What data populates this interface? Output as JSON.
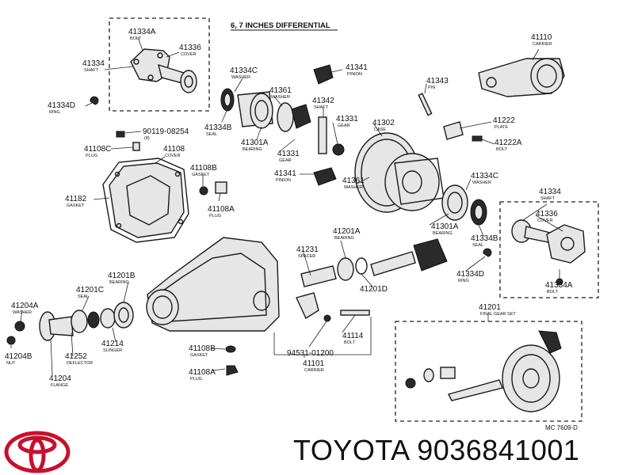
{
  "diagram": {
    "title": "6, 7 INCHES DIFFERENTIAL",
    "ref_code": "MC  7609-D",
    "labels": [
      {
        "id": "41334A-top",
        "num": "41334A",
        "sub": "BOLT"
      },
      {
        "id": "41336-top",
        "num": "41336",
        "sub": "COVER"
      },
      {
        "id": "41334-top",
        "num": "41334",
        "sub": "SHAFT"
      },
      {
        "id": "41334D-top",
        "num": "41334D",
        "sub": "RING"
      },
      {
        "id": "90119",
        "num": "90119-08254",
        "sub": "(8)"
      },
      {
        "id": "41108C",
        "num": "41108C",
        "sub": "PLUG"
      },
      {
        "id": "41108",
        "num": "41108",
        "sub": "COVER"
      },
      {
        "id": "41182",
        "num": "41182",
        "sub": "GASKET"
      },
      {
        "id": "41108B-top",
        "num": "41108B",
        "sub": "GASKET"
      },
      {
        "id": "41108A-top",
        "num": "41108A",
        "sub": "PLUG"
      },
      {
        "id": "41334C-top",
        "num": "41334C",
        "sub": "WASHER"
      },
      {
        "id": "41361-top",
        "num": "41361",
        "sub": "WASHER"
      },
      {
        "id": "41341-top",
        "num": "41341",
        "sub": "PINION"
      },
      {
        "id": "41334B-top",
        "num": "41334B",
        "sub": "SEAL"
      },
      {
        "id": "41301A-top",
        "num": "41301A",
        "sub": "BEARING"
      },
      {
        "id": "41342",
        "num": "41342",
        "sub": "SHAFT"
      },
      {
        "id": "41331-top",
        "num": "41331",
        "sub": "GEAR"
      },
      {
        "id": "41331-mid",
        "num": "41331",
        "sub": "GEAR"
      },
      {
        "id": "41341-mid",
        "num": "41341",
        "sub": "PINION"
      },
      {
        "id": "41302",
        "num": "41302",
        "sub": "CASE"
      },
      {
        "id": "41361-mid",
        "num": "41361",
        "sub": "WASHER"
      },
      {
        "id": "41343",
        "num": "41343",
        "sub": "PIN"
      },
      {
        "id": "41110",
        "num": "41110",
        "sub": "CARRIER"
      },
      {
        "id": "41222",
        "num": "41222",
        "sub": "PLATE"
      },
      {
        "id": "41222A",
        "num": "41222A",
        "sub": "BOLT"
      },
      {
        "id": "41334C-right",
        "num": "41334C",
        "sub": "WASHER"
      },
      {
        "id": "41301A-right",
        "num": "41301A",
        "sub": "BEARING"
      },
      {
        "id": "41334B-right",
        "num": "41334B",
        "sub": "SEAL"
      },
      {
        "id": "41334-right",
        "num": "41334",
        "sub": "SHAFT"
      },
      {
        "id": "41336-right",
        "num": "41336",
        "sub": "COVER"
      },
      {
        "id": "41334D-right",
        "num": "41334D",
        "sub": "RING"
      },
      {
        "id": "41334A-right",
        "num": "41334A",
        "sub": "BOLT"
      },
      {
        "id": "41231",
        "num": "41231",
        "sub": "SPACER"
      },
      {
        "id": "41201A",
        "num": "41201A",
        "sub": "BEARING"
      },
      {
        "id": "41201D",
        "num": "41201D",
        "sub": ""
      },
      {
        "id": "41201B",
        "num": "41201B",
        "sub": "BEARING"
      },
      {
        "id": "41201C",
        "num": "41201C",
        "sub": "SEAL"
      },
      {
        "id": "41204A",
        "num": "41204A",
        "sub": "WASHER"
      },
      {
        "id": "41204B",
        "num": "41204B",
        "sub": "NUT"
      },
      {
        "id": "41252",
        "num": "41252",
        "sub": "DEFLECTOR"
      },
      {
        "id": "41204",
        "num": "41204",
        "sub": "FLANGE"
      },
      {
        "id": "41214",
        "num": "41214",
        "sub": "SLINGER"
      },
      {
        "id": "41108B-bot",
        "num": "41108B",
        "sub": "GASKET"
      },
      {
        "id": "41108A-bot",
        "num": "41108A",
        "sub": "PLUG"
      },
      {
        "id": "94531",
        "num": "94531-01200",
        "sub": ""
      },
      {
        "id": "41114",
        "num": "41114",
        "sub": "BOLT"
      },
      {
        "id": "41101",
        "num": "41101",
        "sub": "CARRIER"
      },
      {
        "id": "41201",
        "num": "41201",
        "sub": "FINAL GEAR SET"
      }
    ]
  },
  "footer": {
    "brand": "TOYOTA",
    "part_number": "9036841001",
    "brand_line": "TOYOTA 9036841001",
    "logo_icon": "toyota-logo-icon",
    "logo_color": "#c8102e"
  }
}
